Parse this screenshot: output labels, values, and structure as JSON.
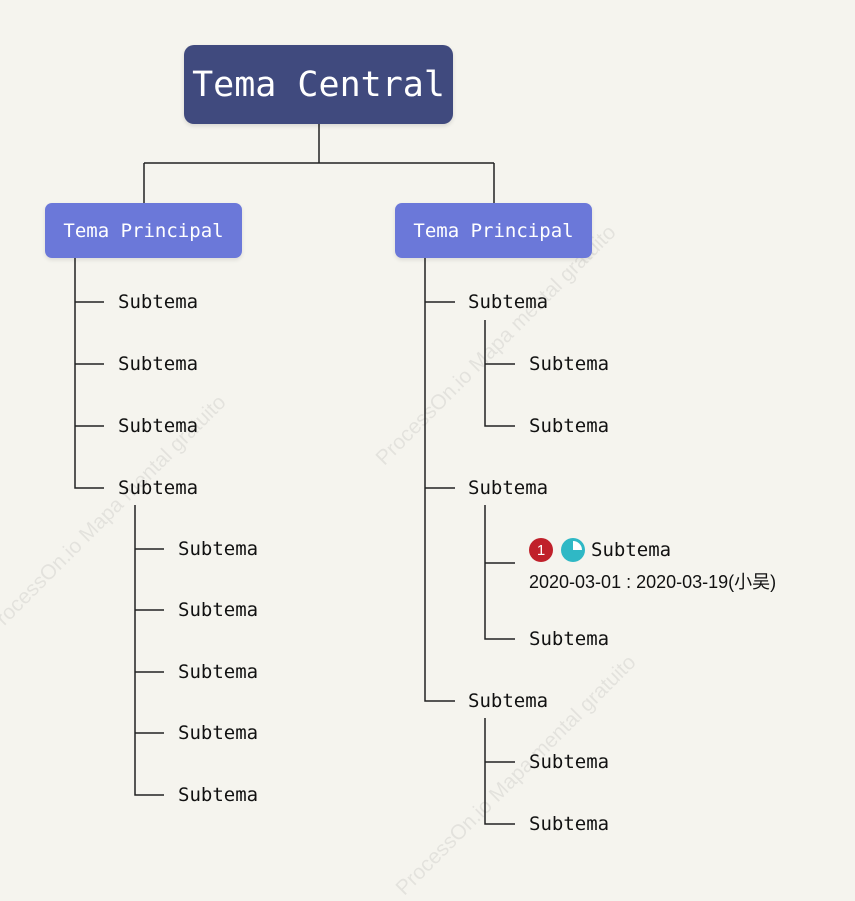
{
  "central": "Tema Central",
  "main_left": "Tema Principal",
  "main_right": "Tema Principal",
  "watermark": "ProcessOn.io Mapa mental gratuito",
  "subtopics": {
    "l1": "Subtema",
    "l2": "Subtema",
    "l3": "Subtema",
    "l4": "Subtema",
    "l4_1": "Subtema",
    "l4_2": "Subtema",
    "l4_3": "Subtema",
    "l4_4": "Subtema",
    "l4_5": "Subtema",
    "r1": "Subtema",
    "r1_1": "Subtema",
    "r1_2": "Subtema",
    "r2": "Subtema",
    "r2_2": "Subtema",
    "r3": "Subtema",
    "r3_1": "Subtema",
    "r3_2": "Subtema"
  },
  "rich_topic": {
    "priority": "1",
    "title": "Subtema",
    "dates": "2020-03-01 : 2020-03-19(小吴)",
    "progress": 0.75
  },
  "colors": {
    "background": "#f5f4ee",
    "central": "#404a7e",
    "main": "#6b78d9",
    "priority_badge": "#c0202a",
    "progress_icon": "#2fb8c5"
  }
}
